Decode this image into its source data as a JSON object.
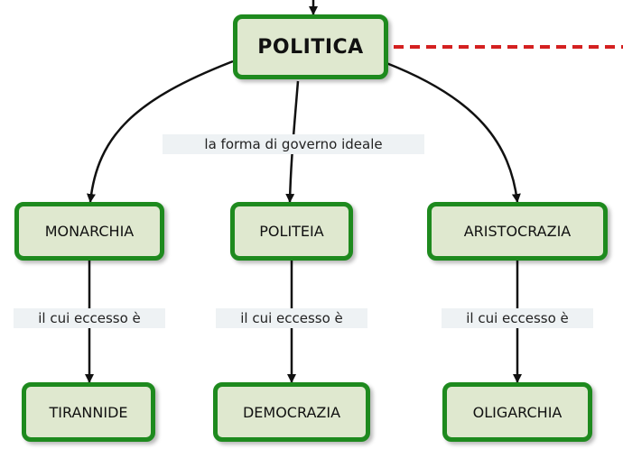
{
  "nodes": {
    "root": "POLITICA",
    "monarchia": "MONARCHIA",
    "politeia": "POLITEIA",
    "aristocrazia": "ARISTOCRAZIA",
    "tirannide": "TIRANNIDE",
    "democrazia": "DEMOCRAZIA",
    "oligarchia": "OLIGARCHIA"
  },
  "links": {
    "root_to_forms": "la forma di governo ideale",
    "monarchia_excess": "il cui eccesso è",
    "politeia_excess": "il cui eccesso è",
    "aristocrazia_excess": "il cui eccesso è"
  },
  "colors": {
    "node_border": "#1e8a1e",
    "node_fill": "#dfe8cf",
    "connector": "#111111",
    "dashed_link": "#d42020",
    "label_bg": "#eef2f4"
  }
}
